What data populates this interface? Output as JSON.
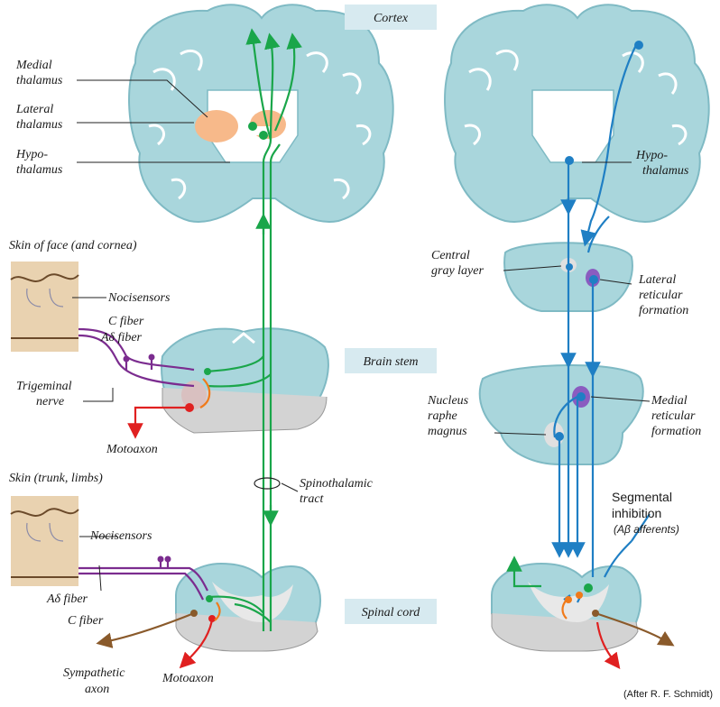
{
  "regions": {
    "cortex": "Cortex",
    "brain_stem": "Brain stem",
    "spinal_cord": "Spinal cord"
  },
  "labels": {
    "medial_thalamus_1": "Medial",
    "medial_thalamus_2": "thalamus",
    "lateral_thalamus_1": "Lateral",
    "lateral_thalamus_2": "thalamus",
    "hypothalamus_1": "Hypo-",
    "hypothalamus_2": "thalamus",
    "skin_face": "Skin of face (and cornea)",
    "nocisensors_face": "Nocisensors",
    "c_fiber_face": "C fiber",
    "adelta_fiber_face": "Aδ fiber",
    "trigeminal_1": "Trigeminal",
    "trigeminal_2": "nerve",
    "motoaxon_face": "Motoaxon",
    "skin_trunk": "Skin (trunk, limbs)",
    "nocisensors_trunk": "Nocisensors",
    "adelta_fiber_trunk": "Aδ fiber",
    "c_fiber_trunk": "C fiber",
    "sympathetic_1": "Sympathetic",
    "sympathetic_2": "axon",
    "motoaxon_trunk": "Motoaxon",
    "spinothalamic_1": "Spinothalamic",
    "spinothalamic_2": "tract",
    "hypothalamus_r_1": "Hypo-",
    "hypothalamus_r_2": "thalamus",
    "central_gray_1": "Central",
    "central_gray_2": "gray layer",
    "lateral_ret_1": "Lateral",
    "lateral_ret_2": "reticular",
    "lateral_ret_3": "formation",
    "nucleus_raphe_1": "Nucleus",
    "nucleus_raphe_2": "raphe",
    "nucleus_raphe_3": "magnus",
    "medial_ret_1": "Medial",
    "medial_ret_2": "reticular",
    "medial_ret_3": "formation",
    "segmental_1": "Segmental",
    "segmental_2": "inhibition",
    "segmental_3": "(Aβ afferents)",
    "credit": "(After R. F. Schmidt)"
  },
  "colors": {
    "tissue": "#a9d6dc",
    "tissue_dark": "#7fbac4",
    "ascending": "#1aa64a",
    "descending": "#1f7fc4",
    "afferent": "#7b2c8f",
    "motor": "#e02020",
    "sympathetic": "#8a5a2b",
    "thalamus": "#f7b98a",
    "orange": "#f07a1a",
    "skin": "#e9d2b0"
  }
}
